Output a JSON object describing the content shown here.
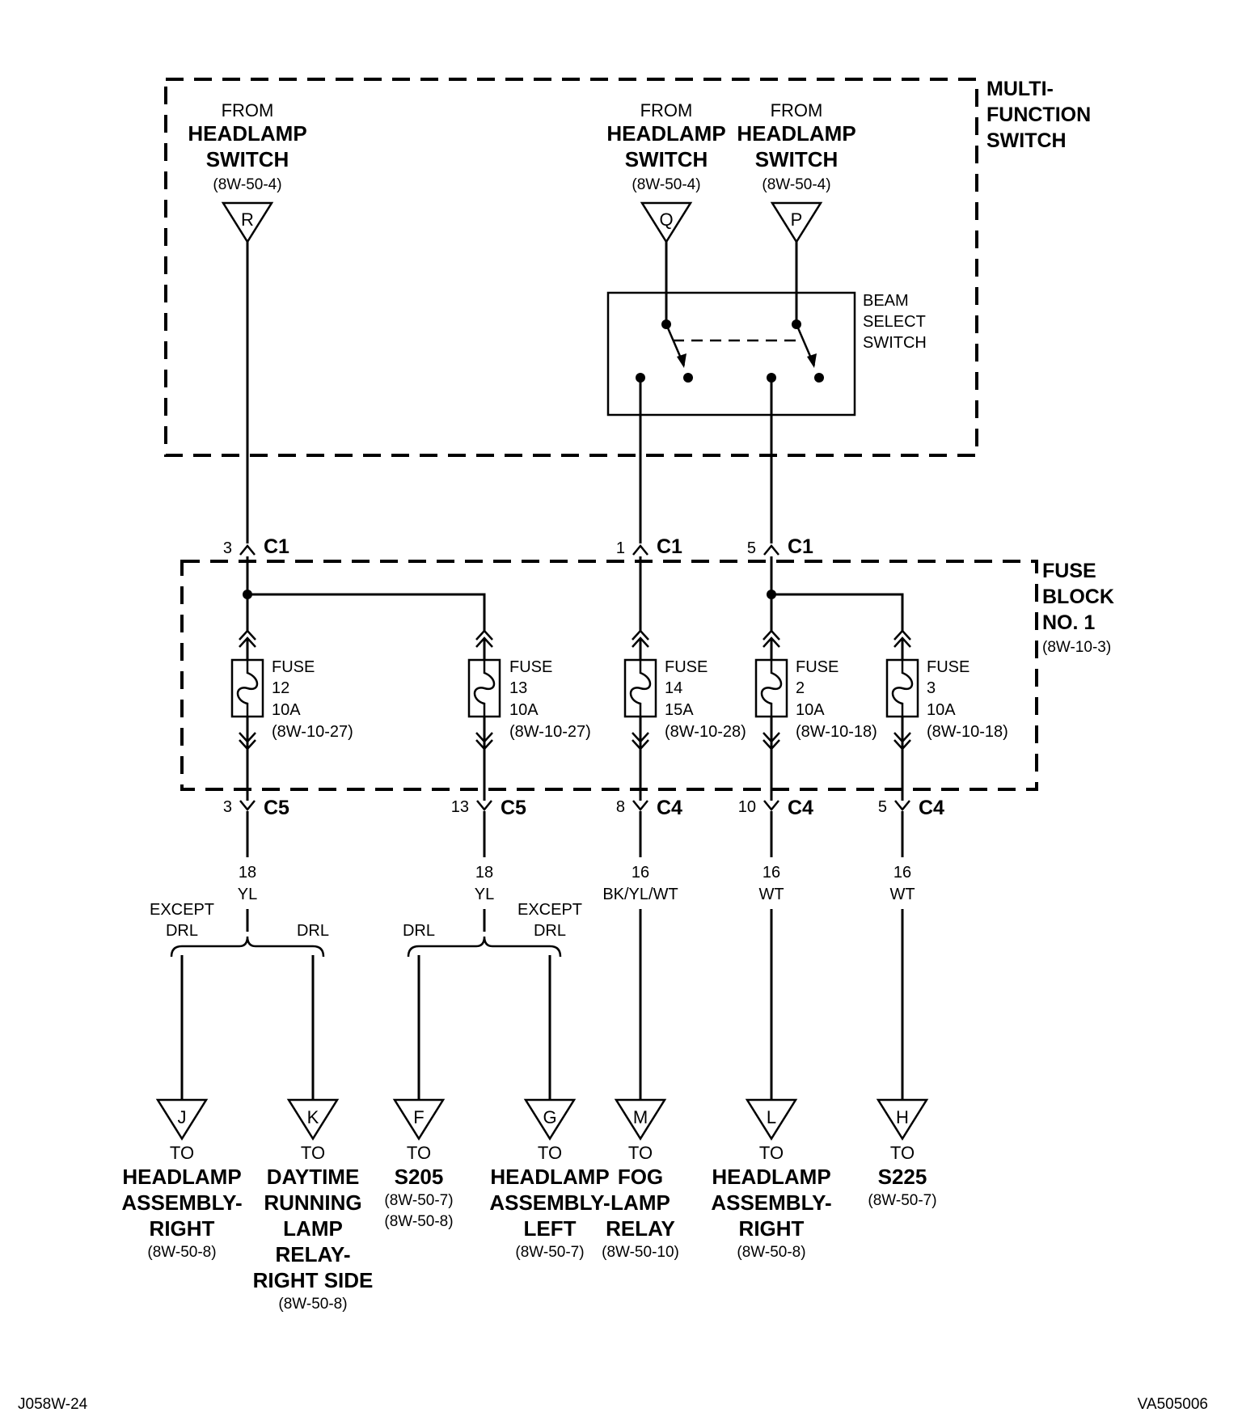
{
  "multifunction_switch": {
    "title": [
      "MULTI-",
      "FUNCTION",
      "SWITCH"
    ],
    "inputs": [
      {
        "pin": "R",
        "lines": [
          "FROM",
          "HEADLAMP",
          "SWITCH",
          "(8W-50-4)"
        ]
      },
      {
        "pin": "Q",
        "lines": [
          "FROM",
          "HEADLAMP",
          "SWITCH",
          "(8W-50-4)"
        ]
      },
      {
        "pin": "P",
        "lines": [
          "FROM",
          "HEADLAMP",
          "SWITCH",
          "(8W-50-4)"
        ]
      }
    ],
    "beam_select_label": [
      "BEAM",
      "SELECT",
      "SWITCH"
    ]
  },
  "fuse_block": {
    "title": [
      "FUSE",
      "BLOCK",
      "NO. 1"
    ],
    "ref": "(8W-10-3)",
    "input_connectors": [
      {
        "pin": "3",
        "conn": "C1"
      },
      {
        "pin": "1",
        "conn": "C1"
      },
      {
        "pin": "5",
        "conn": "C1"
      }
    ],
    "fuses": [
      {
        "lines": [
          "FUSE",
          "12",
          "10A",
          "(8W-10-27)"
        ]
      },
      {
        "lines": [
          "FUSE",
          "13",
          "10A",
          "(8W-10-27)"
        ]
      },
      {
        "lines": [
          "FUSE",
          "14",
          "15A",
          "(8W-10-28)"
        ]
      },
      {
        "lines": [
          "FUSE",
          "2",
          "10A",
          "(8W-10-18)"
        ]
      },
      {
        "lines": [
          "FUSE",
          "3",
          "10A",
          "(8W-10-18)"
        ]
      }
    ],
    "output_connectors": [
      {
        "pin": "3",
        "conn": "C5"
      },
      {
        "pin": "13",
        "conn": "C5"
      },
      {
        "pin": "8",
        "conn": "C4"
      },
      {
        "pin": "10",
        "conn": "C4"
      },
      {
        "pin": "5",
        "conn": "C4"
      }
    ]
  },
  "wires": [
    {
      "gauge": "18",
      "color": "YL"
    },
    {
      "gauge": "18",
      "color": "YL"
    },
    {
      "gauge": "16",
      "color": "BK/YL/WT"
    },
    {
      "gauge": "16",
      "color": "WT"
    },
    {
      "gauge": "16",
      "color": "WT"
    }
  ],
  "splits": [
    {
      "left": [
        "EXCEPT",
        "DRL"
      ],
      "right": [
        "DRL"
      ]
    },
    {
      "left": [
        "DRL"
      ],
      "right": [
        "EXCEPT",
        "DRL"
      ]
    }
  ],
  "outputs": [
    {
      "pin": "J",
      "to": "TO",
      "bold": [
        "HEADLAMP",
        "ASSEMBLY-",
        "RIGHT"
      ],
      "refs": [
        "(8W-50-8)"
      ]
    },
    {
      "pin": "K",
      "to": "TO",
      "bold": [
        "DAYTIME",
        "RUNNING",
        "LAMP",
        "RELAY-",
        "RIGHT SIDE"
      ],
      "refs": [
        "(8W-50-8)"
      ]
    },
    {
      "pin": "F",
      "to": "TO",
      "bold": [
        "S205"
      ],
      "refs": [
        "(8W-50-7)",
        "(8W-50-8)"
      ]
    },
    {
      "pin": "G",
      "to": "TO",
      "bold": [
        "HEADLAMP",
        "ASSEMBLY-",
        "LEFT"
      ],
      "refs": [
        "(8W-50-7)"
      ]
    },
    {
      "pin": "M",
      "to": "TO",
      "bold": [
        "FOG",
        "LAMP",
        "RELAY"
      ],
      "refs": [
        "(8W-50-10)"
      ]
    },
    {
      "pin": "L",
      "to": "TO",
      "bold": [
        "HEADLAMP",
        "ASSEMBLY-",
        "RIGHT"
      ],
      "refs": [
        "(8W-50-8)"
      ]
    },
    {
      "pin": "H",
      "to": "TO",
      "bold": [
        "S225"
      ],
      "refs": [
        "(8W-50-7)"
      ]
    }
  ],
  "footer": {
    "left": "J058W-24",
    "right": "VA505006"
  }
}
